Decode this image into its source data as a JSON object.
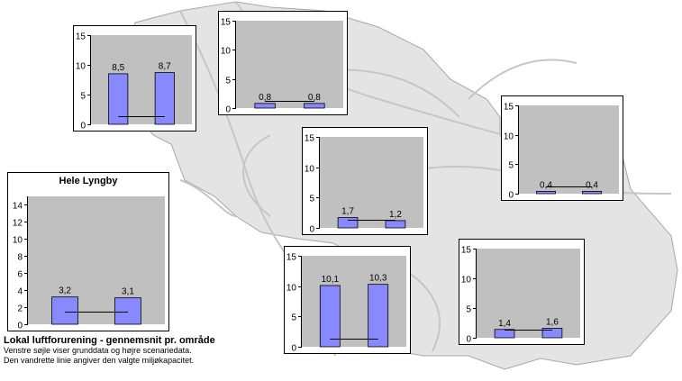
{
  "colors": {
    "bar": "#8888ff",
    "bar_edge": "#000000",
    "plot_bg": "#c0c0c0",
    "map_fill": "#e4e4e4",
    "map_edge": "#a8a8a8",
    "road": "#c6c6c6"
  },
  "caption": {
    "title": "Lokal luftforurening - gennemsnit pr. område",
    "line1": "Venstre søjle viser grunddata og højre scenariedata.",
    "line2": "Den vandrette linie angiver den valgte miljøkapacitet."
  },
  "chart_data": [
    {
      "id": "area-north-west",
      "type": "bar",
      "title": "",
      "categories": [
        "",
        ""
      ],
      "values": [
        8.5,
        8.7
      ],
      "labels": [
        "8,5",
        "8,7"
      ],
      "capacity": 1.3,
      "yticks": [
        0,
        5,
        10,
        15
      ],
      "ylim": [
        0,
        15
      ]
    },
    {
      "id": "area-north",
      "type": "bar",
      "title": "",
      "categories": [
        "",
        ""
      ],
      "values": [
        0.8,
        0.8
      ],
      "labels": [
        "0,8",
        "0,8"
      ],
      "capacity": 1.3,
      "yticks": [
        0,
        5,
        10,
        15
      ],
      "ylim": [
        0,
        15
      ]
    },
    {
      "id": "area-east",
      "type": "bar",
      "title": "",
      "categories": [
        "",
        ""
      ],
      "values": [
        0.4,
        0.4
      ],
      "labels": [
        "0,4",
        "0,4"
      ],
      "capacity": 1.3,
      "yticks": [
        0,
        5,
        10,
        15
      ],
      "ylim": [
        0,
        15
      ]
    },
    {
      "id": "area-center",
      "type": "bar",
      "title": "",
      "categories": [
        "",
        ""
      ],
      "values": [
        1.7,
        1.2
      ],
      "labels": [
        "1,7",
        "1,2"
      ],
      "capacity": 1.3,
      "yticks": [
        0,
        5,
        10,
        15
      ],
      "ylim": [
        0,
        15
      ]
    },
    {
      "id": "hele-lyngby",
      "type": "bar",
      "title": "Hele Lyngby",
      "categories": [
        "",
        ""
      ],
      "values": [
        3.2,
        3.1
      ],
      "labels": [
        "3,2",
        "3,1"
      ],
      "capacity": 1.5,
      "yticks": [
        0,
        2,
        4,
        6,
        8,
        10,
        12,
        14
      ],
      "ylim": [
        0,
        15
      ]
    },
    {
      "id": "area-south",
      "type": "bar",
      "title": "",
      "categories": [
        "",
        ""
      ],
      "values": [
        10.1,
        10.3
      ],
      "labels": [
        "10,1",
        "10,3"
      ],
      "capacity": 1.3,
      "yticks": [
        0,
        5,
        10,
        15
      ],
      "ylim": [
        0,
        15
      ]
    },
    {
      "id": "area-south-east",
      "type": "bar",
      "title": "",
      "categories": [
        "",
        ""
      ],
      "values": [
        1.4,
        1.6
      ],
      "labels": [
        "1,4",
        "1,6"
      ],
      "capacity": 1.3,
      "yticks": [
        0,
        5,
        10,
        15
      ],
      "ylim": [
        0,
        15
      ]
    }
  ]
}
